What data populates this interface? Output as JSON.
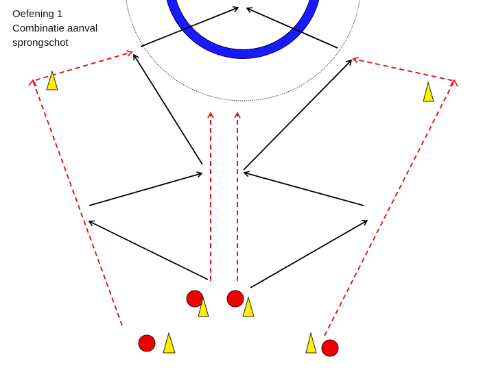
{
  "title": {
    "line1": "Oefening 1",
    "line2": "Combinatie aanval",
    "line3": "sprongschot"
  },
  "colors": {
    "goal_area": "#1a1aff",
    "pass_arrow": "#000000",
    "run_path": "#e8141b",
    "player": "#ee0000",
    "cone": "#ffee00"
  }
}
